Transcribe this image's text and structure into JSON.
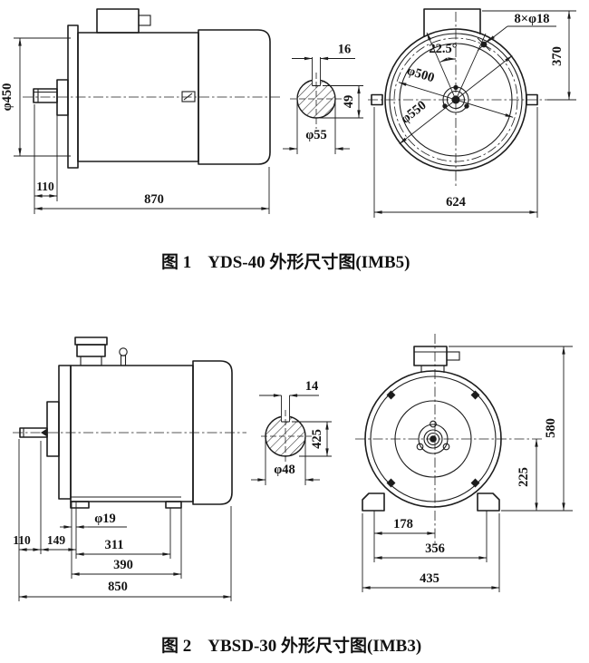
{
  "figure1": {
    "caption": {
      "prefix": "图 1",
      "title": "YDS-40 外形尺寸图(IMB5)"
    },
    "side_view": {
      "body_diameter": "φ450",
      "shaft_length": "110",
      "total_length": "870"
    },
    "shaft_section": {
      "key_width": "16",
      "key_flat_height": "49",
      "shaft_diameter": "φ55"
    },
    "front_view": {
      "bolt_holes": "8×φ18",
      "hole_angle": "22.5°",
      "bolt_circle_diameter": "φ500",
      "spigot_diameter": "φ550",
      "top_to_center_height": "370",
      "overall_width": "624"
    }
  },
  "figure2": {
    "caption": {
      "prefix": "图 2",
      "title": "YBSD-30 外形尺寸图(IMB3)"
    },
    "side_view": {
      "foot_hole_diameter": "φ19",
      "shaft_extension": "110",
      "shaft_to_foot": "149",
      "foot_hole_span": "311",
      "foot_length": "390",
      "total_length": "850"
    },
    "shaft_section": {
      "key_width": "14",
      "key_flat_height": "425",
      "shaft_diameter": "φ48"
    },
    "front_view": {
      "total_height": "580",
      "center_height": "225",
      "foot_hole_half_span": "178",
      "foot_hole_distance": "356",
      "foot_width": "435"
    }
  }
}
